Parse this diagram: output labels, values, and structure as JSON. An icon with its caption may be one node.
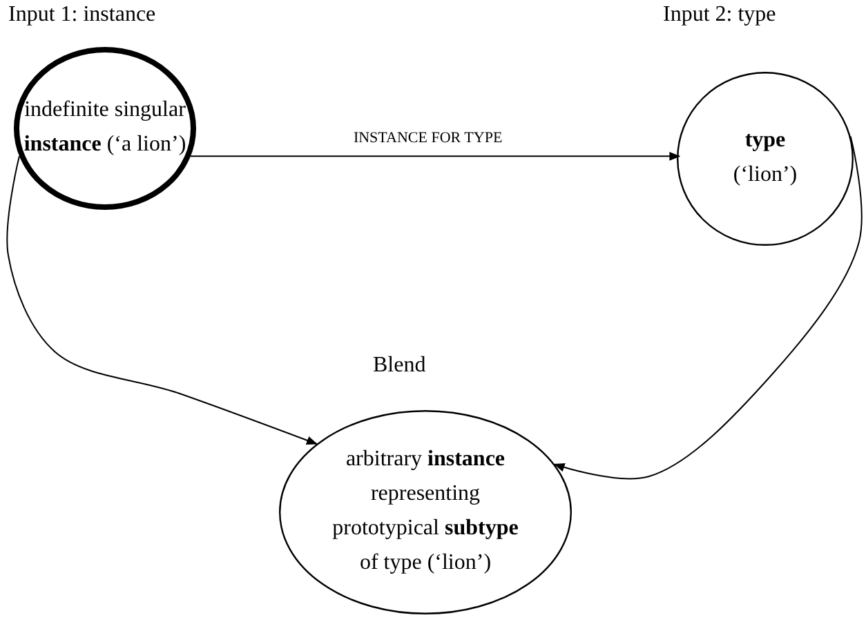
{
  "diagram": {
    "nodes": [
      {
        "text": [
          "indefinite singular **instance** (‘a lion’)"
        ],
        "beside": [
          "Input 1: instance"
        ]
      },
      {
        "text": [
          "**type** (‘lion’)"
        ],
        "beside": [
          "Input 2: type"
        ]
      },
      {
        "text": [
          "arbitrary **instance** representing prototypical **subtype** of type (‘lion’)"
        ],
        "beside": [
          "Blend"
        ]
      }
    ],
    "edges": [
      {
        "from": 0,
        "to": 1,
        "arrow": "to",
        "label": "INSTANCE FOR TYPE"
      },
      {
        "from": 0,
        "to": 2,
        "arrow": "to"
      },
      {
        "from": 1,
        "to": 2,
        "arrow": "to"
      }
    ]
  }
}
